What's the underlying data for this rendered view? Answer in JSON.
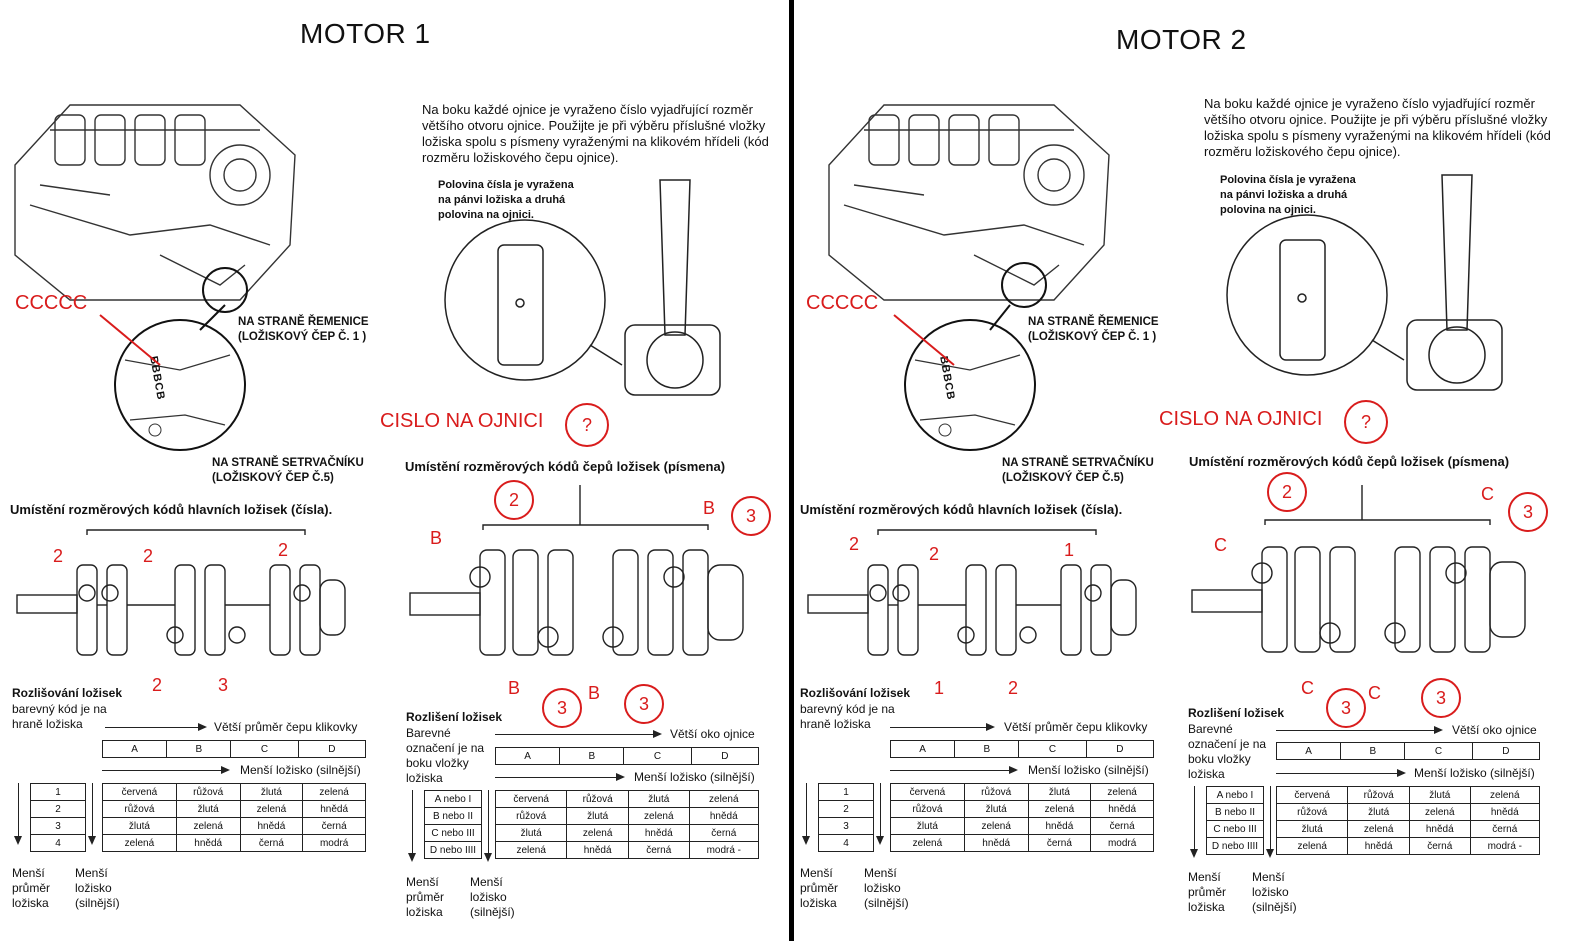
{
  "motors": [
    {
      "title": "MOTOR 1",
      "intro": "Na boku každé ojnice je vyraženo číslo vyjadřující rozměr většího otvoru ojnice. Použijte je při výběru příslušné vložky ložiska spolu s písmeny vyraženými na klikovém hřídeli (kód rozměru ložiskového čepu ojnice).",
      "half_note": "Polovina čísla je vyražena na pánvi ložiska a druhá polovina na ojnici.",
      "code_annotation": "CCCCC",
      "stamp_text": "BBBCB",
      "pulley_side": "NA STRANĚ ŘEMENICE (LOŽISKOVÝ ČEP Č. 1 )",
      "flywheel_side": "NA STRANĚ SETRVAČNÍKU (LOŽISKOVÝ ČEP Č.5)",
      "rod_annotation": "CISLO NA OJNICI",
      "rod_value": "?",
      "main_heading": "Umístění rozměrových kódů hlavních ložisek (čísla).",
      "rod_heading": "Umístění rozměrových kódů čepů ložisek (písmena)",
      "main_callouts": [
        "2",
        "2",
        "2",
        "2",
        "3"
      ],
      "rod_callouts": [
        "B",
        "2",
        "B",
        "3",
        "B",
        "3",
        "B",
        "3"
      ],
      "main_table": {
        "heading": "Rozlišování ložisek",
        "code_note": "barevný kód je na hraně ložiska",
        "larger": "Větší průměr čepu klikovky",
        "smaller": "Menší ložisko (silnější)",
        "columns": [
          "A",
          "B",
          "C",
          "D"
        ],
        "row_labels": [
          "1",
          "2",
          "3",
          "4"
        ],
        "rows": [
          [
            "červená",
            "růžová",
            "žlutá",
            "zelená"
          ],
          [
            "růžová",
            "žlutá",
            "zelená",
            "hnědá"
          ],
          [
            "žlutá",
            "zelená",
            "hnědá",
            "černá"
          ],
          [
            "zelená",
            "hnědá",
            "černá",
            "modrá"
          ]
        ],
        "left_caption": "Menší průměr ložiska",
        "right_caption": "Menší ložisko (silnější)"
      },
      "rod_table": {
        "heading": "Rozlišení ložisek",
        "code_note": "Barevné označení je na boku vložky ložiska",
        "larger": "Větší oko ojnice",
        "smaller": "Menší ložisko (silnější)",
        "columns": [
          "A",
          "B",
          "C",
          "D"
        ],
        "row_labels": [
          "A nebo I",
          "B nebo II",
          "C nebo III",
          "D nebo IIII"
        ],
        "rows": [
          [
            "červená",
            "růžová",
            "žlutá",
            "zelená"
          ],
          [
            "růžová",
            "žlutá",
            "zelená",
            "hnědá"
          ],
          [
            "žlutá",
            "zelená",
            "hnědá",
            "černá"
          ],
          [
            "zelená",
            "hnědá",
            "černá",
            "modrá -"
          ]
        ],
        "left_caption": "Menší průměr ložiska",
        "right_caption": "Menší ložisko (silnější)"
      }
    },
    {
      "title": "MOTOR 2",
      "intro": "Na boku každé ojnice je vyraženo číslo vyjadřující rozměr většího otvoru ojnice. Použijte je při výběru příslušné vložky ložiska spolu s písmeny vyraženými na klikovém hřídeli (kód rozměru ložiskového čepu ojnice).",
      "half_note": "Polovina čísla je vyražena na pánvi ložiska a druhá polovina na ojnici.",
      "code_annotation": "CCCCC",
      "stamp_text": "BBBCB",
      "pulley_side": "NA STRANĚ ŘEMENICE (LOŽISKOVÝ ČEP Č. 1 )",
      "flywheel_side": "NA STRANĚ SETRVAČNÍKU (LOŽISKOVÝ ČEP Č.5)",
      "rod_annotation": "CISLO NA OJNICI",
      "rod_value": "?",
      "main_heading": "Umístění rozměrových kódů hlavních ložisek (čísla).",
      "rod_heading": "Umístění rozměrových kódů čepů ložisek (písmena)",
      "main_callouts": [
        "2",
        "2",
        "1",
        "1",
        "2"
      ],
      "rod_callouts": [
        "C",
        "2",
        "C",
        "3",
        "C",
        "3",
        "C",
        "3"
      ],
      "main_table": {
        "heading": "Rozlišování ložisek",
        "code_note": "barevný kód je na hraně ložiska",
        "larger": "Větší průměr čepu klikovky",
        "smaller": "Menší ložisko (silnější)",
        "columns": [
          "A",
          "B",
          "C",
          "D"
        ],
        "row_labels": [
          "1",
          "2",
          "3",
          "4"
        ],
        "rows": [
          [
            "červená",
            "růžová",
            "žlutá",
            "zelená"
          ],
          [
            "růžová",
            "žlutá",
            "zelená",
            "hnědá"
          ],
          [
            "žlutá",
            "zelená",
            "hnědá",
            "černá"
          ],
          [
            "zelená",
            "hnědá",
            "černá",
            "modrá"
          ]
        ],
        "left_caption": "Menší průměr ložiska",
        "right_caption": "Menší ložisko (silnější)"
      },
      "rod_table": {
        "heading": "Rozlišení ložisek",
        "code_note": "Barevné označení je na boku vložky ložiska",
        "larger": "Větší oko ojnice",
        "smaller": "Menší ložisko (silnější)",
        "columns": [
          "A",
          "B",
          "C",
          "D"
        ],
        "row_labels": [
          "A nebo I",
          "B nebo II",
          "C nebo III",
          "D nebo IIII"
        ],
        "rows": [
          [
            "červená",
            "růžová",
            "žlutá",
            "zelená"
          ],
          [
            "růžová",
            "žlutá",
            "zelená",
            "hnědá"
          ],
          [
            "žlutá",
            "zelená",
            "hnědá",
            "černá"
          ],
          [
            "zelená",
            "hnědá",
            "černá",
            "modrá -"
          ]
        ],
        "left_caption": "Menší průměr ložiska",
        "right_caption": "Menší ložisko (silnější)"
      }
    }
  ],
  "colors": {
    "annotation": "#d91c1c",
    "line": "#222222"
  }
}
